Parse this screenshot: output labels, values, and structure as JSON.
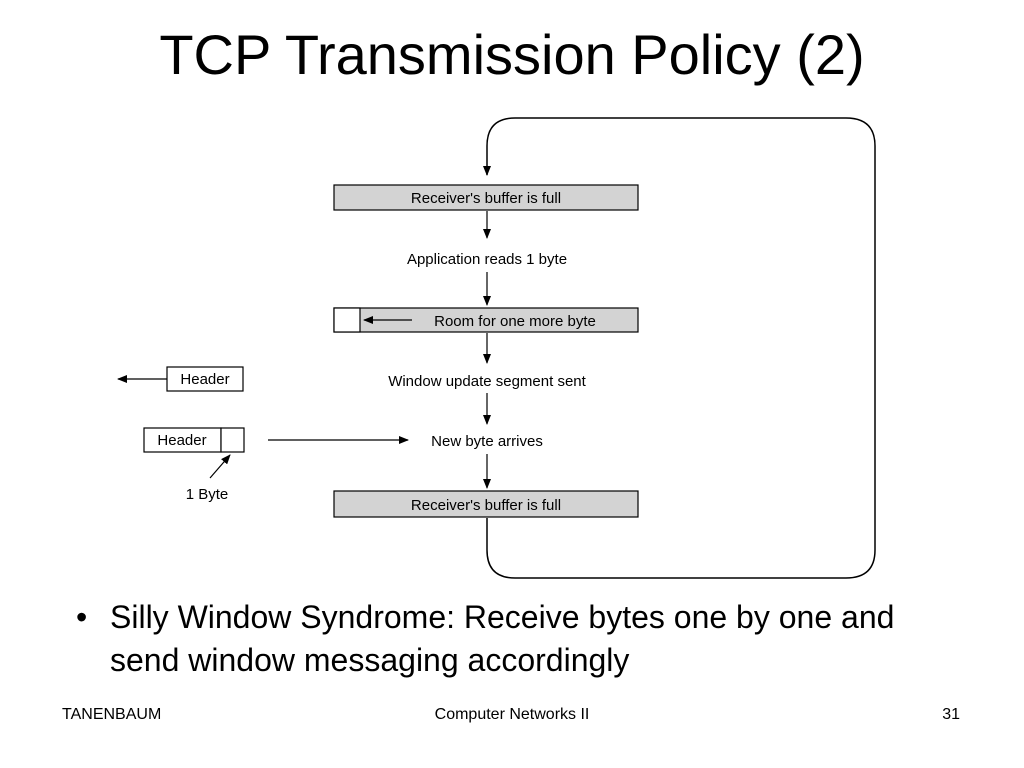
{
  "slide": {
    "title": "TCP Transmission Policy (2)"
  },
  "diagram": {
    "buffer_full_top": "Receiver's buffer is full",
    "step_app_reads": "Application reads 1 byte",
    "buffer_room": "Room for one more byte",
    "step_window_update": "Window update segment sent",
    "step_new_byte": "New byte arrives",
    "buffer_full_bottom": "Receiver's buffer is full",
    "header_outgoing": "Header",
    "header_incoming": "Header",
    "one_byte_label": "1 Byte",
    "colors": {
      "buffer_fill": "#d3d3d3",
      "stroke": "#000000"
    }
  },
  "bullet": {
    "text": "Silly Window Syndrome: Receive bytes one by one and send window messaging accordingly"
  },
  "footer": {
    "left": "TANENBAUM",
    "center": "Computer Networks II",
    "right": "31"
  }
}
